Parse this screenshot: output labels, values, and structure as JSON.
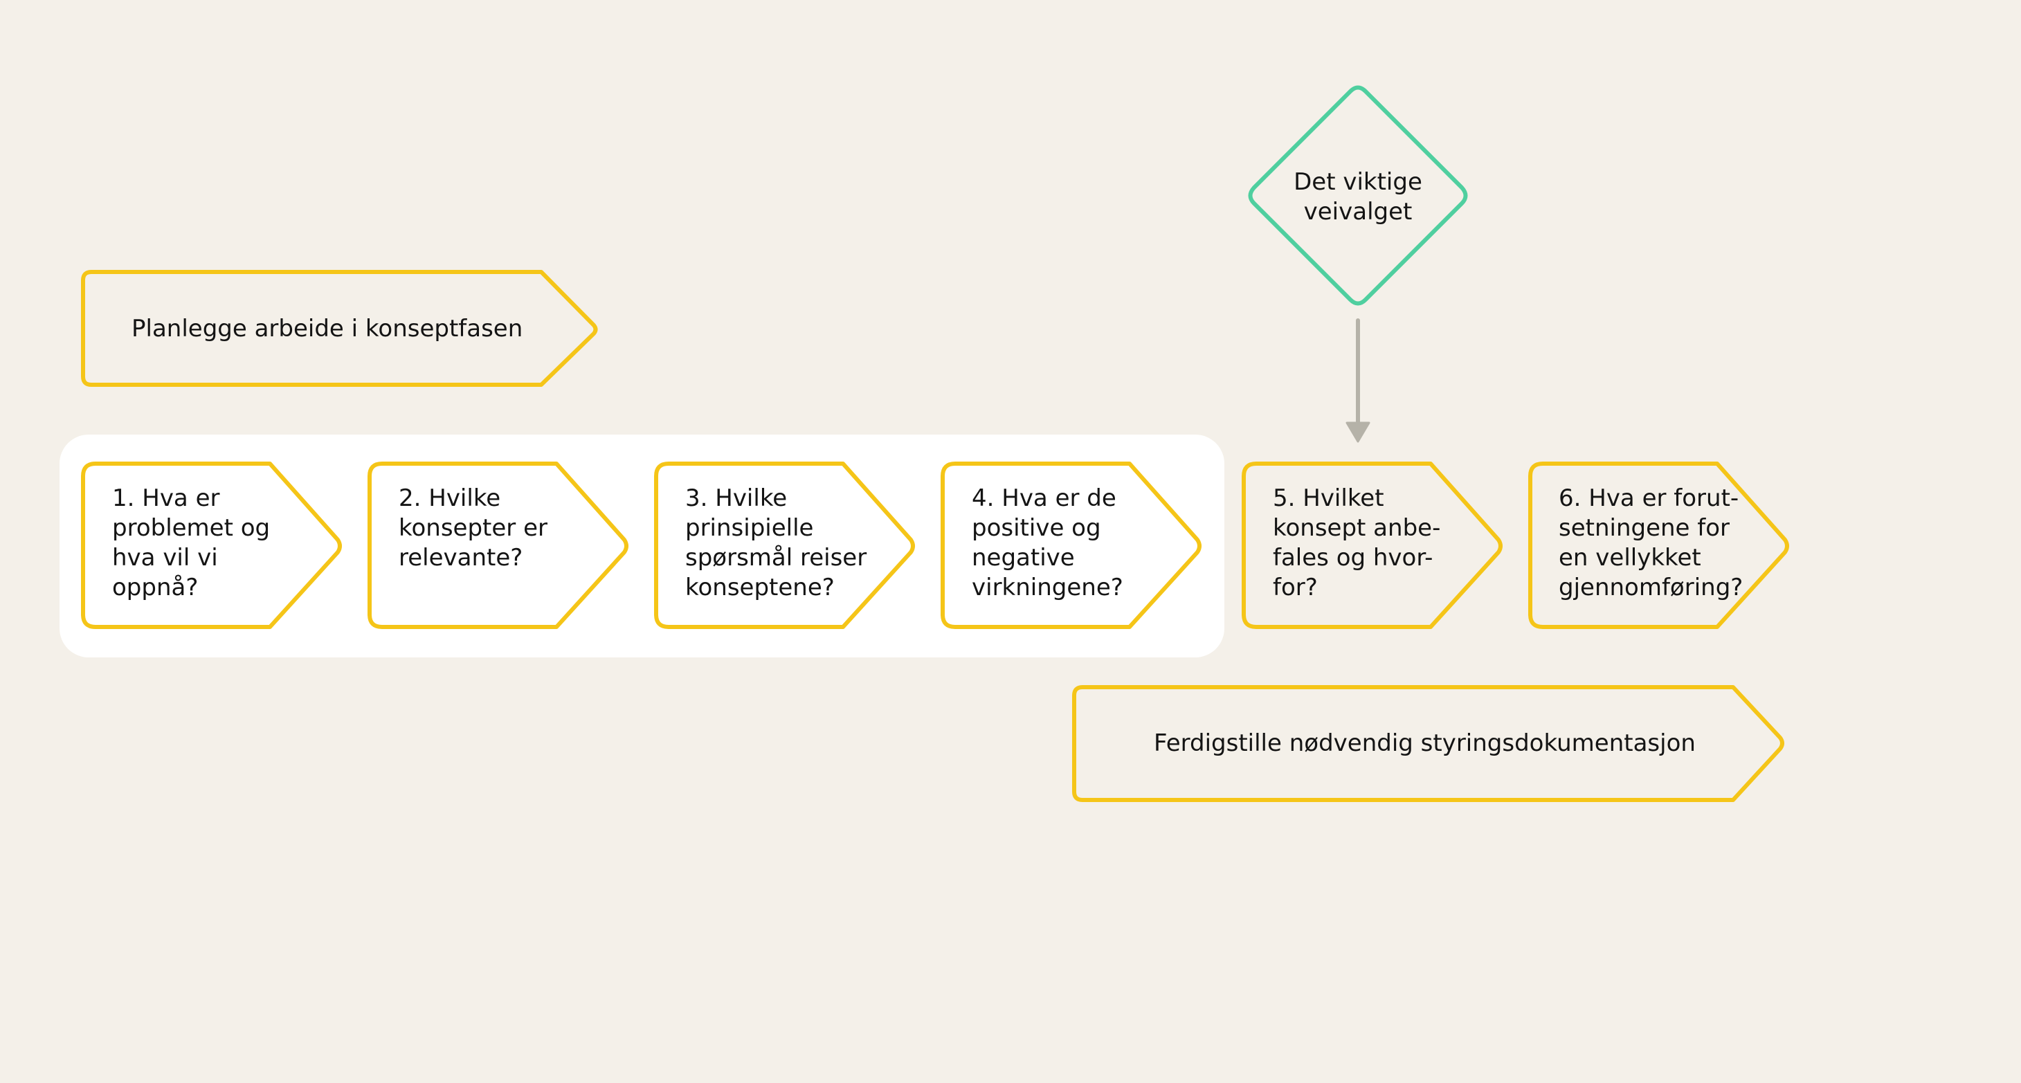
{
  "colors": {
    "background": "#f4f0e9",
    "panel": "#ffffff",
    "step_border": "#f5c518",
    "decision_border": "#4fcf9f",
    "arrow": "#b5b2a8",
    "text": "#141414"
  },
  "planning_label": "Planlegge arbeide i konseptfasen",
  "decision_label": "Det viktige\nveivalget",
  "steps": [
    {
      "label": "1. Hva er\nproblemet og\nhva vil vi\noppnå?"
    },
    {
      "label": "2. Hvilke\nkonsepter er\nrelevante?"
    },
    {
      "label": "3. Hvilke\nprinsipielle\nspørsmål reiser\nkonseptene?"
    },
    {
      "label": "4. Hva er de\npositive og\nnegative\nvirkningene?"
    },
    {
      "label": "5. Hvilket\nkonsept anbe-\nfales og hvor-\nfor?"
    },
    {
      "label": "6. Hva er forut-\nsetningene for\nen vellykket\ngjennomføring?"
    }
  ],
  "finalize_label": "Ferdigstille nødvendig styringsdokumentasjon"
}
